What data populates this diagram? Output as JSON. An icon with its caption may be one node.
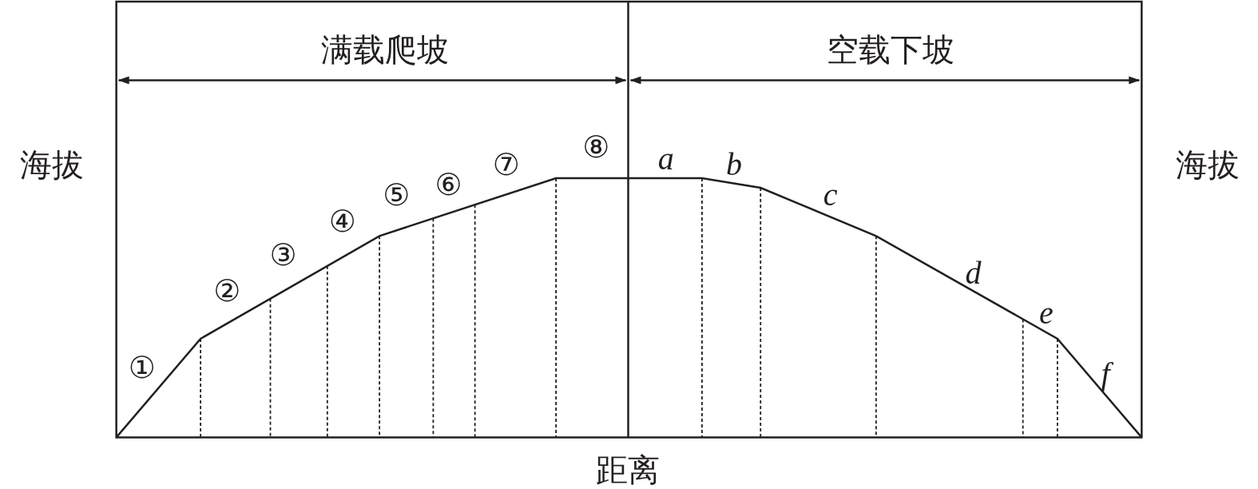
{
  "diagram": {
    "labels": [
      "满载爬坡",
      "空载下坡",
      "海拔",
      "海拔",
      "①",
      "②",
      "③",
      "④",
      "⑤",
      "⑥",
      "⑦",
      "⑧",
      "a",
      "b",
      "c",
      "d",
      "e",
      "f",
      "距离"
    ]
  }
}
